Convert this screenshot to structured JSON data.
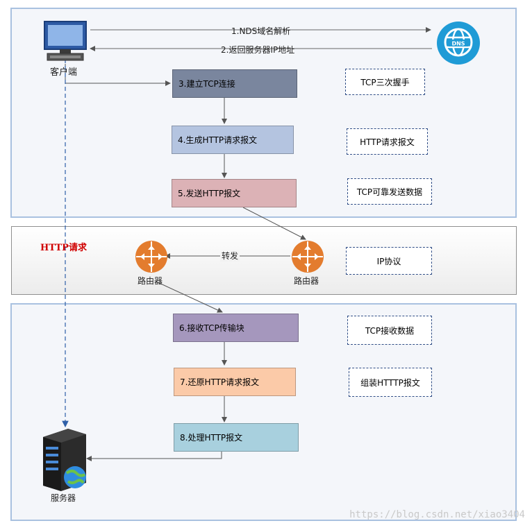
{
  "top": {
    "client_label": "客户端",
    "dns_icon_text": "DNS",
    "msg_dns_query": "1.NDS域名解析",
    "msg_dns_reply": "2.返回服务器IP地址",
    "step3": "3.建立TCP连接",
    "step4": "4.生成HTTP请求报文",
    "step5": "5.发送HTTP报文",
    "note3": "TCP三次握手",
    "note4": "HTTP请求报文",
    "note5": "TCP可靠发送数据"
  },
  "middle": {
    "title": "HTTP请求",
    "router_left": "路由器",
    "router_right": "路由器",
    "forward": "转发",
    "note": "IP协议"
  },
  "bottom": {
    "step6": "6.接收TCP传输块",
    "step7": "7.还原HTTP请求报文",
    "step8": "8.处理HTTP报文",
    "note6": "TCP接收数据",
    "note7": "组装HTTTP报文",
    "server_label": "服务器"
  },
  "watermark": "https://blog.csdn.net/xiao3404",
  "colors": {
    "step3": "#7a869e",
    "step4": "#b4c4e0",
    "step5": "#dcb2b6",
    "step6": "#a597bd",
    "step7": "#fbcaa8",
    "step8": "#a8d0de",
    "router": "#e37c2e",
    "dns": "#1f9bd6",
    "title_red": "#d00000"
  }
}
